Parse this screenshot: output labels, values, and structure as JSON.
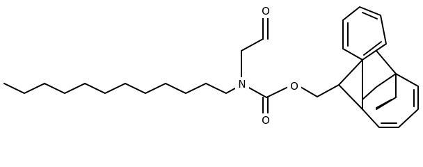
{
  "structure": {
    "atoms": {
      "oxygen_aldehyde": "O",
      "nitrogen": "N",
      "oxygen_carbonyl": "O",
      "oxygen_ester": "O"
    },
    "colors": {
      "bond": "#000000",
      "label": "#000000",
      "background": "#ffffff"
    }
  }
}
